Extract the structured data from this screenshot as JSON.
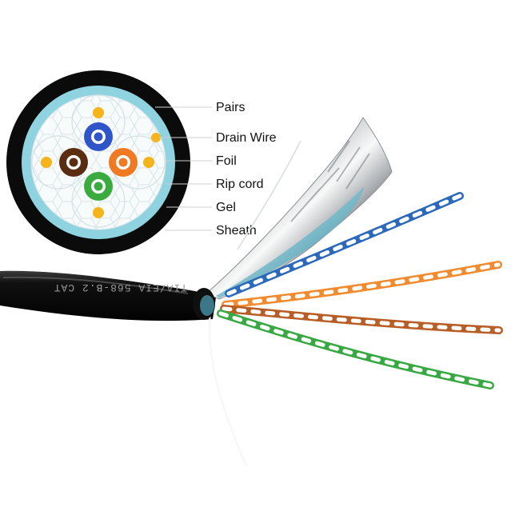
{
  "legend": {
    "labels": [
      "Pairs",
      "Drain Wire",
      "Foil",
      "Rip cord",
      "Gel",
      "Sheath"
    ]
  },
  "cable": {
    "printed_text": "TIA/EIA 568-B.2 CAT"
  },
  "colors": {
    "sheath": "#111111",
    "gel": "#8fd3e0",
    "pair_blue": "#2f55c8",
    "pair_brown": "#5a2d12",
    "pair_orange": "#ef7a22",
    "pair_green": "#39ab3f",
    "drain_wire": "#f4b41a"
  },
  "icons": {
    "foil": "foil-shield-icon",
    "drain": "drain-wire-icon",
    "pairs": "twisted-pair-icon"
  }
}
